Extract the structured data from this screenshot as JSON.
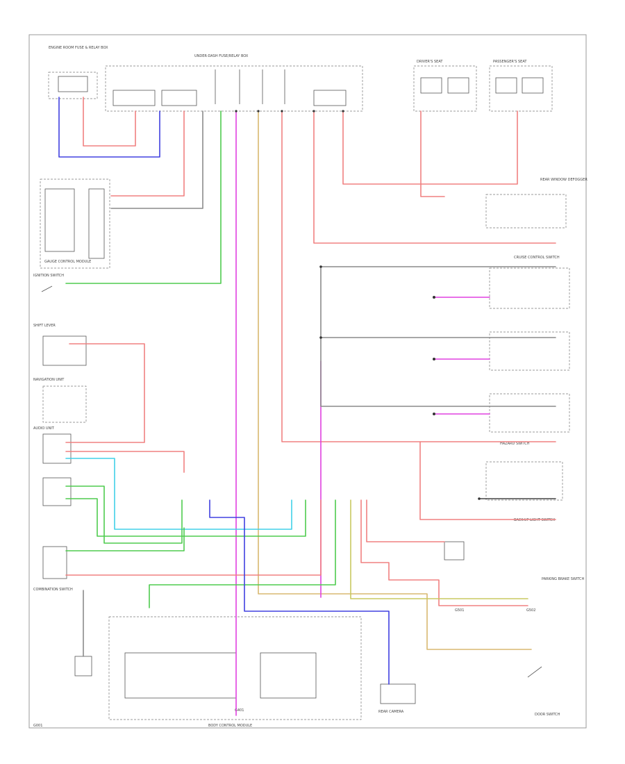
{
  "colors": {
    "red": "#f08080",
    "green": "#4ecb4e",
    "blue": "#4040e0",
    "magenta": "#e040e0",
    "cyan": "#40d0e8",
    "tan": "#d8b870",
    "olive": "#c8c860",
    "gray": "#8a8a8a",
    "black": "#444444"
  },
  "labels": {
    "top_left_component": "ENGINE ROOM FUSE & RELAY BOX",
    "fuse_box_under_dash": "UNDER-DASH FUSE/RELAY BOX",
    "right_seat": "DRIVER'S SEAT",
    "left_seat": "PASSENGER'S SEAT",
    "gauge_control_module": "GAUGE CONTROL MODULE",
    "ignition_switch": "IGNITION SWITCH",
    "shift_lever": "SHIFT LEVER",
    "navigation_unit": "NAVIGATION UNIT",
    "audio_unit": "AUDIO UNIT",
    "steering_switch": "CRUISE CONTROL SWITCH",
    "combination_switch": "COMBINATION SWITCH",
    "rear_window": "REAR WINDOW DEFOGGER",
    "hazard_switch": "HAZARD SWITCH",
    "reverse_switch": "BACK-UP LIGHT SWITCH",
    "parking_brake": "PARKING BRAKE SWITCH",
    "door_switch": "DOOR SWITCH",
    "ground": "G401",
    "bottom_unit": "BODY CONTROL MODULE",
    "bottom_right_unit": "REAR CAMERA",
    "footer_code": "G001",
    "s_g501": "G501",
    "s_g502": "G502"
  }
}
